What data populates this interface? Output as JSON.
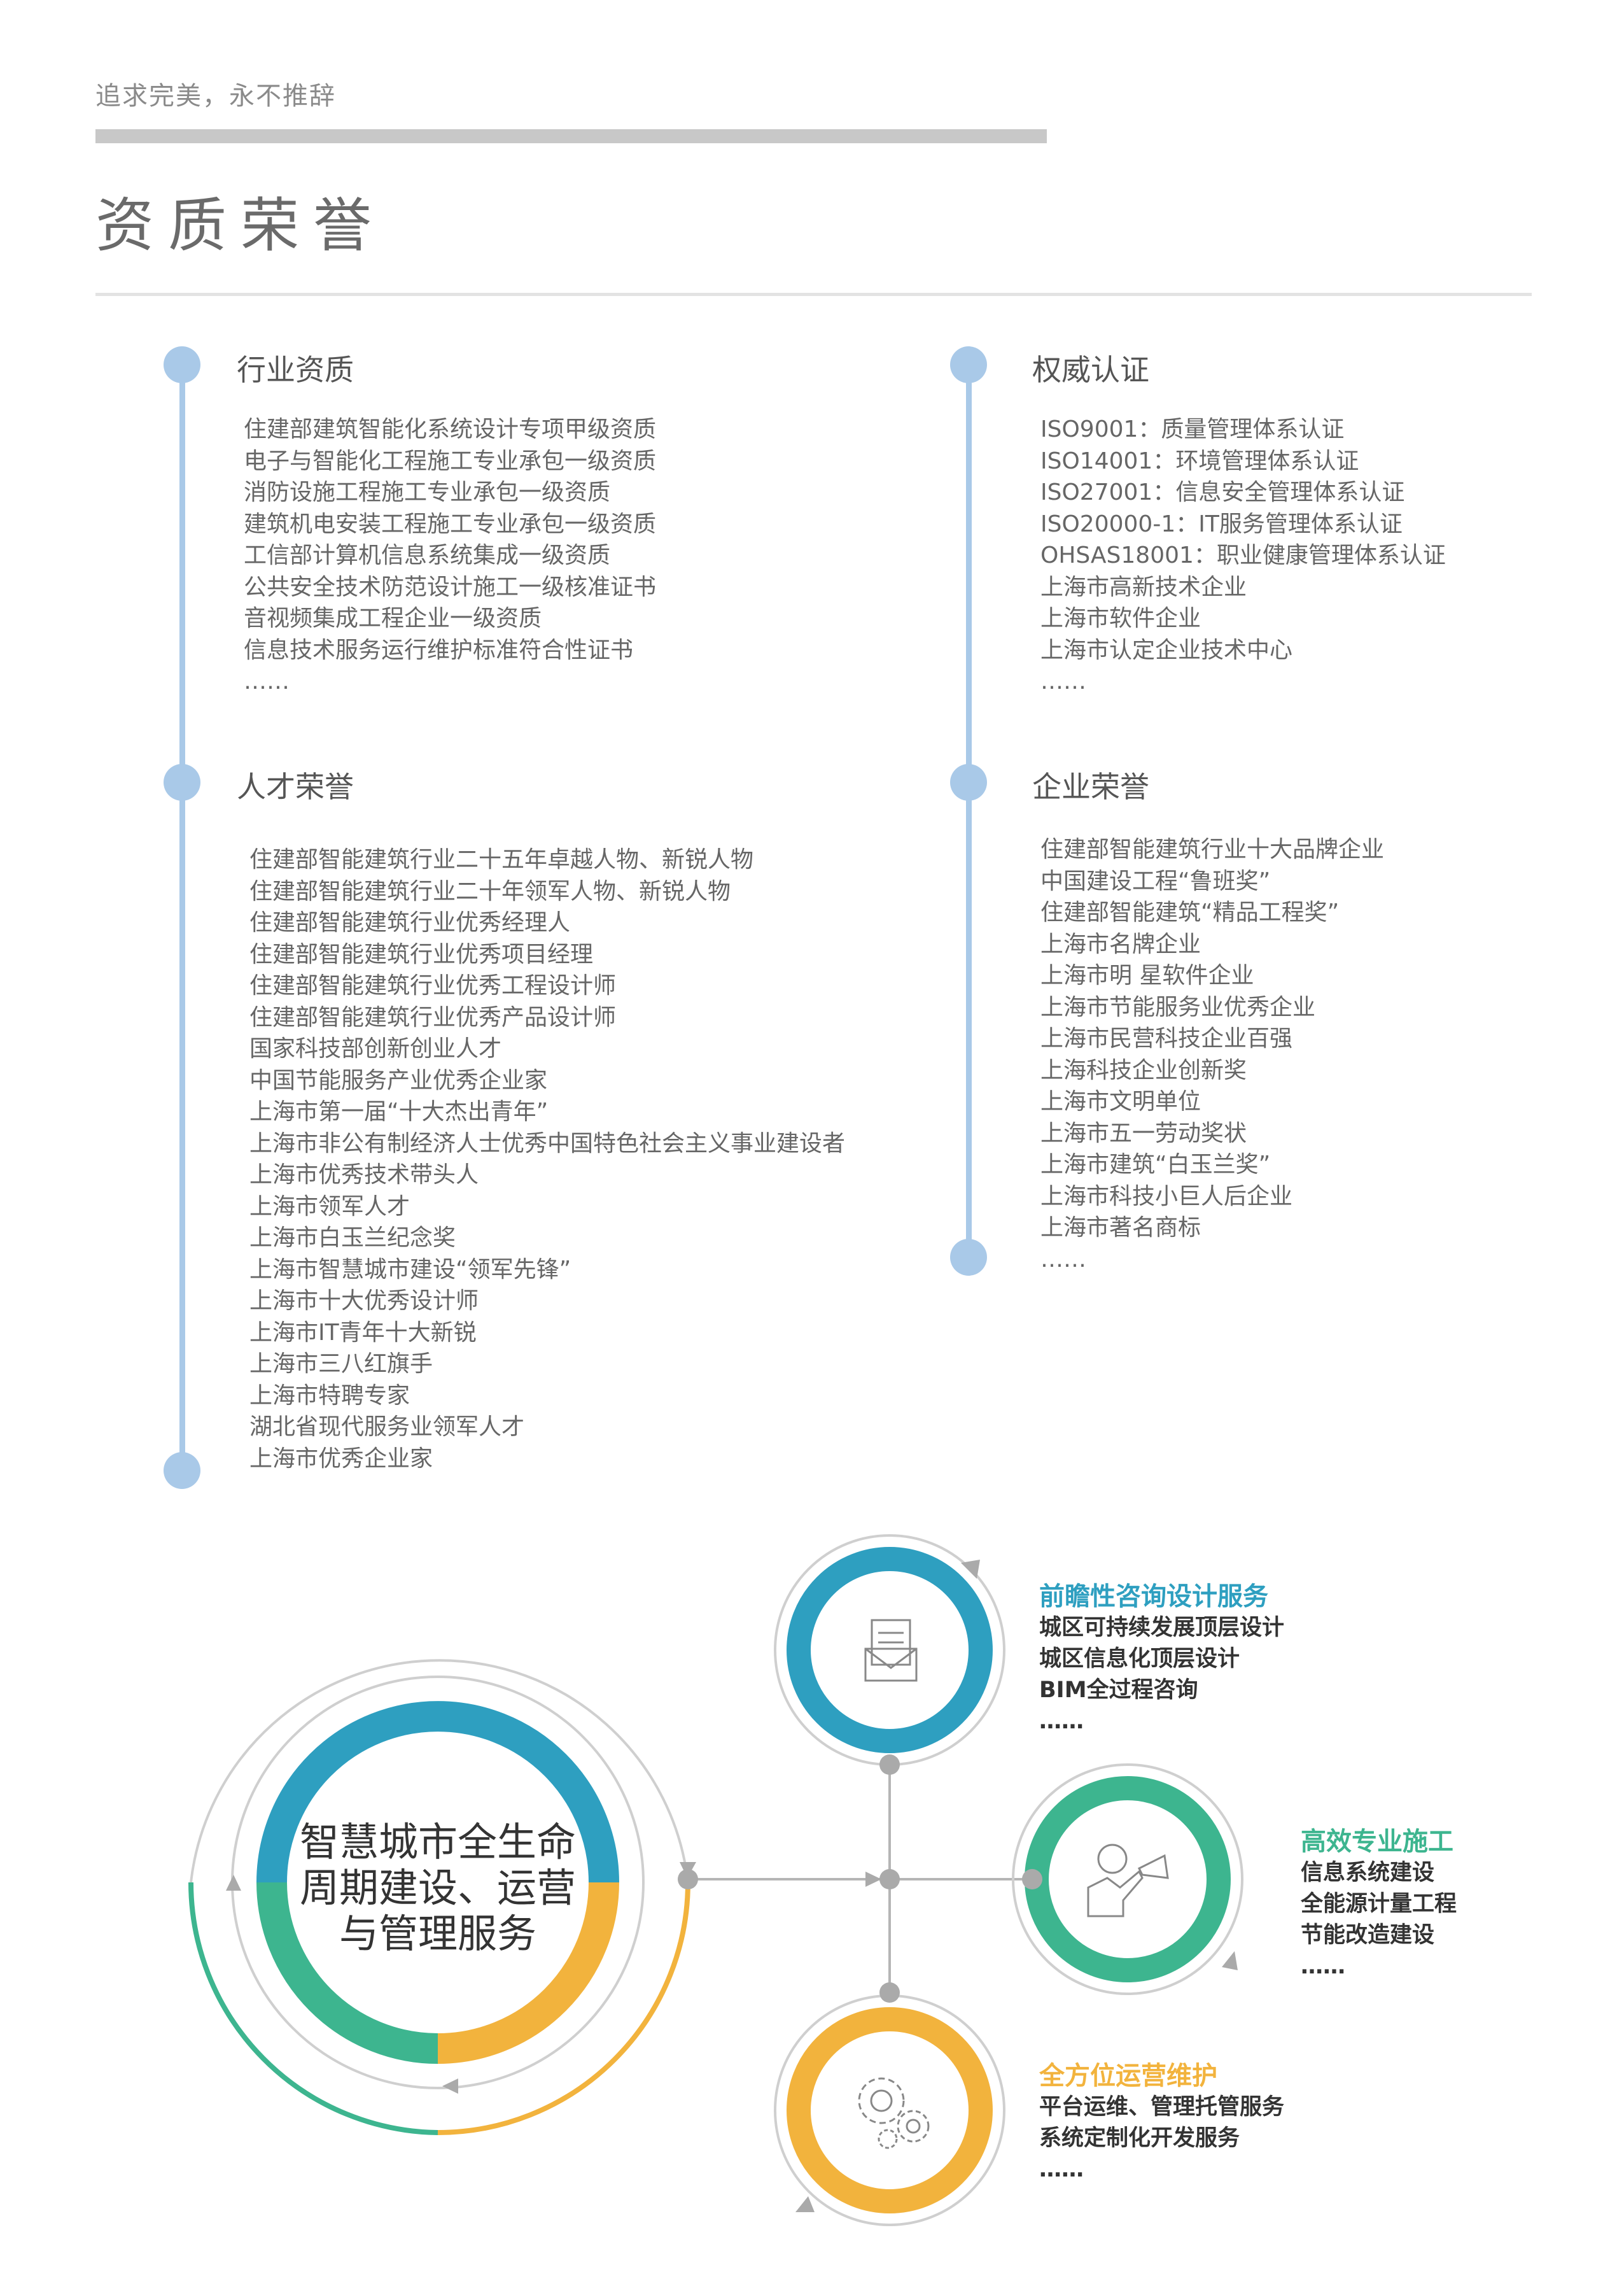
{
  "header": {
    "slogan": "追求完美，永不推辞",
    "title": "资质荣誉"
  },
  "sections": {
    "industry": {
      "heading": "行业资质",
      "items": [
        "住建部建筑智能化系统设计专项甲级资质",
        "电子与智能化工程施工专业承包一级资质",
        "消防设施工程施工专业承包一级资质",
        "建筑机电安装工程施工专业承包一级资质",
        "工信部计算机信息系统集成一级资质",
        "公共安全技术防范设计施工一级核准证书",
        "音视频集成工程企业一级资质",
        "信息技术服务运行维护标准符合性证书",
        "……"
      ]
    },
    "certification": {
      "heading": "权威认证",
      "items": [
        "ISO9001：质量管理体系认证",
        "ISO14001：环境管理体系认证",
        "ISO27001：信息安全管理体系认证",
        "ISO20000-1：IT服务管理体系认证",
        "OHSAS18001：职业健康管理体系认证",
        "上海市高新技术企业",
        "上海市软件企业",
        "上海市认定企业技术中心",
        "……"
      ]
    },
    "talent": {
      "heading": "人才荣誉",
      "items": [
        "住建部智能建筑行业二十五年卓越人物、新锐人物",
        "住建部智能建筑行业二十年领军人物、新锐人物",
        "住建部智能建筑行业优秀经理人",
        "住建部智能建筑行业优秀项目经理",
        "住建部智能建筑行业优秀工程设计师",
        "住建部智能建筑行业优秀产品设计师",
        "国家科技部创新创业人才",
        "中国节能服务产业优秀企业家",
        "上海市第一届“十大杰出青年”",
        "上海市非公有制经济人士优秀中国特色社会主义事业建设者",
        "上海市优秀技术带头人",
        "上海市领军人才",
        "上海市白玉兰纪念奖",
        "上海市智慧城市建设“领军先锋”",
        "上海市十大优秀设计师",
        "上海市IT青年十大新锐",
        "上海市三八红旗手",
        "上海市特聘专家",
        "湖北省现代服务业领军人才",
        "上海市优秀企业家"
      ]
    },
    "enterprise": {
      "heading": "企业荣誉",
      "items": [
        "住建部智能建筑行业十大品牌企业",
        "中国建设工程“鲁班奖”",
        "住建部智能建筑“精品工程奖”",
        "上海市名牌企业",
        "上海市明 星软件企业",
        "上海市节能服务业优秀企业",
        "上海市民营科技企业百强",
        "上海科技企业创新奖",
        "上海市文明单位",
        "上海市五一劳动奖状",
        "上海市建筑“白玉兰奖”",
        "上海市科技小巨人后企业",
        "上海市著名商标",
        "……"
      ]
    }
  },
  "diagram": {
    "center": [
      "智慧城市全生命",
      "周期建设、运营",
      "与管理服务"
    ],
    "services": [
      {
        "title": "前瞻性咨询设计服务",
        "color": "#2e9fc0",
        "icon": "document-envelope-icon",
        "items": [
          "城区可持续发展顶层设计",
          "城区信息化顶层设计",
          "BIM全过程咨询",
          "……"
        ]
      },
      {
        "title": "高效专业施工",
        "color": "#3db58f",
        "icon": "megaphone-person-icon",
        "items": [
          "信息系统建设",
          "全能源计量工程",
          "节能改造建设",
          "……"
        ]
      },
      {
        "title": "全方位运营维护",
        "color": "#f2b33d",
        "icon": "gears-icon",
        "items": [
          "平台运维、管理托管服务",
          "系统定制化开发服务",
          "……"
        ]
      }
    ]
  },
  "colors": {
    "timeline": "#a9c9e8",
    "blue": "#2e9fc0",
    "green": "#3db58f",
    "orange": "#f2b33d"
  }
}
